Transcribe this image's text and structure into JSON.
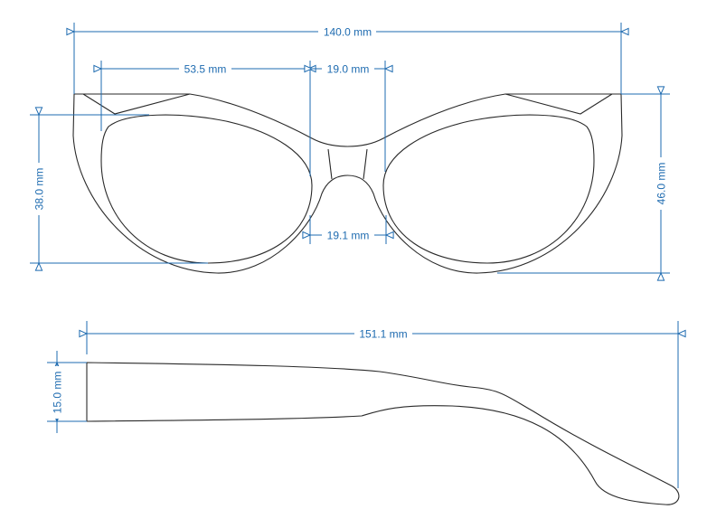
{
  "dimensions": {
    "total_width": "140.0 mm",
    "lens_width": "53.5 mm",
    "bridge_width": "19.0 mm",
    "nose_width": "19.1 mm",
    "lens_height": "38.0 mm",
    "frame_height": "46.0 mm",
    "temple_length": "151.1 mm",
    "temple_height": "15.0 mm"
  },
  "colors": {
    "dimension": "#1e6bb0",
    "outline": "#2a2a2a"
  }
}
